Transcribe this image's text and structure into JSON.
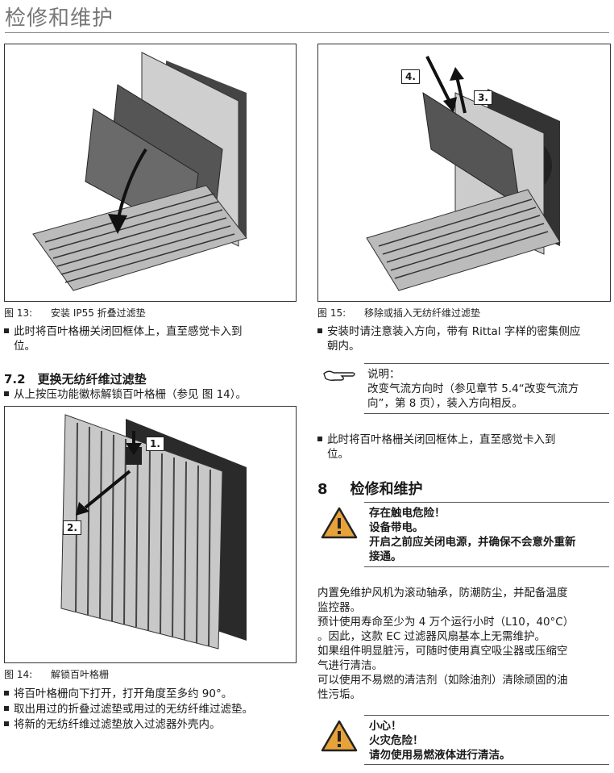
{
  "header": {
    "title": "检修和维护"
  },
  "fig13": {
    "caption_num": "图 13:",
    "caption_text": "安装 IP55 折叠过滤垫"
  },
  "fig15": {
    "caption_num": "图 15:",
    "caption_text": "移除或插入无纺纤维过滤垫",
    "step_a": "4.",
    "step_b": "3."
  },
  "fig14": {
    "caption_num": "图 14:",
    "caption_text": "解锁百叶格栅",
    "step_a": "1.",
    "step_b": "2."
  },
  "left": {
    "bullet1_l1": "此时将百叶格栅关闭回框体上，直至感觉卡入到",
    "bullet1_l2": "位。",
    "section": "7.2　更换无纺纤维过滤垫",
    "bullet2": "从上按压功能徽标解锁百叶格栅（参见 图 14）。",
    "list": [
      "将百叶格栅向下打开，打开角度至多约 90°。",
      "取出用过的折叠过滤垫或用过的无纺纤维过滤垫。",
      "将新的无纺纤维过滤垫放入过滤器外壳内。"
    ]
  },
  "right": {
    "bullet1_l1": "安装时请注意装入方向，带有 Rittal 字样的密集侧应",
    "bullet1_l2": "朝内。",
    "note_label": "说明：",
    "note_l1": "改变气流方向时（参见章节 5.4“改变气流方",
    "note_l2": "向”，第 8 页），装入方向相反。",
    "bullet2_l1": "此时将百叶格栅关闭回框体上，直至感觉卡入到",
    "bullet2_l2": "位。",
    "section_num": "8",
    "section_title": "检修和维护",
    "warn1": [
      "存在触电危险！",
      "设备带电。",
      "开启之前应关闭电源，并确保不会意外重新",
      "接通。"
    ],
    "body": [
      "内置免维护风机为滚动轴承，防潮防尘，并配备温度",
      "监控器。",
      "预计使用寿命至少为 4 万个运行小时（L10，40°C）",
      "。因此，这款 EC 过滤器风扇基本上无需维护。",
      "如果组件明显脏污，可随时使用真空吸尘器或压缩空",
      "气进行清洁。",
      "可以使用不易燃的清洁剂（如除油剂）清除顽固的油",
      "性污垢。"
    ],
    "warn2": [
      "小心！",
      "火灾危险！",
      "请勿使用易燃液体进行清洁。"
    ]
  }
}
